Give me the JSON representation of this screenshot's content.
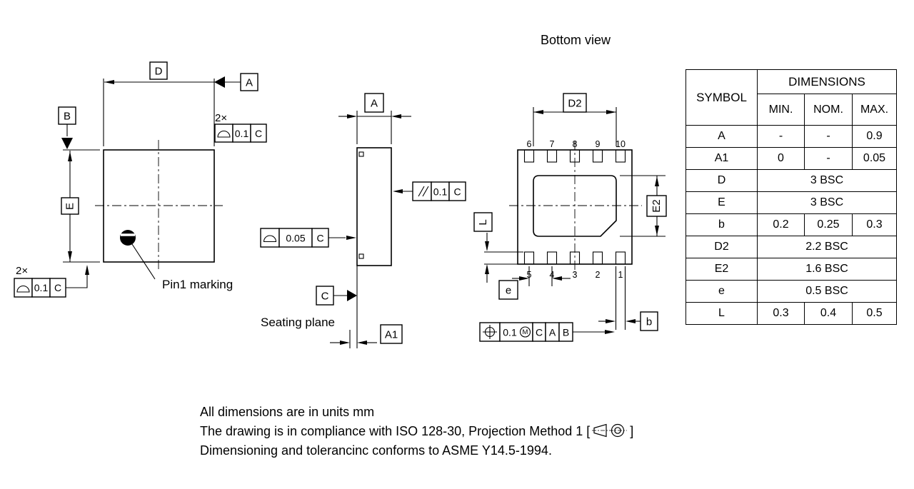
{
  "title": "Bottom view",
  "notes": {
    "line1": "All dimensions are in units mm",
    "line2_prefix": "The drawing is in compliance with ISO 128-30, Projection Method 1 [",
    "line2_suffix": "]",
    "line3": "Dimensioning and tolerancinc conforms to ASME Y14.5-1994."
  },
  "table": {
    "symbol_header": "SYMBOL",
    "dimensions_header": "DIMENSIONS",
    "min_header": "MIN.",
    "nom_header": "NOM.",
    "max_header": "MAX.",
    "rows": [
      {
        "symbol": "A",
        "min": "-",
        "nom": "-",
        "max": "0.9"
      },
      {
        "symbol": "A1",
        "min": "0",
        "nom": "-",
        "max": "0.05"
      },
      {
        "symbol": "D",
        "value": "3 BSC"
      },
      {
        "symbol": "E",
        "value": "3 BSC"
      },
      {
        "symbol": "b",
        "min": "0.2",
        "nom": "0.25",
        "max": "0.3"
      },
      {
        "symbol": "D2",
        "value": "2.2 BSC"
      },
      {
        "symbol": "E2",
        "value": "1.6 BSC"
      },
      {
        "symbol": "e",
        "value": "0.5 BSC"
      },
      {
        "symbol": "L",
        "min": "0.3",
        "nom": "0.4",
        "max": "0.5"
      }
    ]
  },
  "top_view": {
    "dim_d_label": "D",
    "datum_a_label": "A",
    "datum_b_label": "B",
    "dim_e_label": "E",
    "count_label_top": "2×",
    "fcf_top_tol": "0.1",
    "fcf_top_datum": "C",
    "count_label_bottom": "2×",
    "fcf_bottom_tol": "0.1",
    "fcf_bottom_datum": "C",
    "pin1_label": "Pin1 marking"
  },
  "side_view": {
    "dim_a_label": "A",
    "parallelism_tol": "0.1",
    "parallelism_datum": "C",
    "profile_tol": "0.05",
    "profile_datum": "C",
    "datum_c_label": "C",
    "seating_plane_label": "Seating plane",
    "dim_a1_label": "A1"
  },
  "bottom_view": {
    "dim_d2_label": "D2",
    "dim_e2_label": "E2",
    "dim_l_label": "L",
    "dim_e_label": "e",
    "dim_b_label": "b",
    "pins_top": [
      "6",
      "7",
      "8",
      "9",
      "10"
    ],
    "pins_bottom": [
      "5",
      "4",
      "3",
      "2",
      "1"
    ],
    "position_tol": "0.1",
    "position_modifier": "M",
    "position_datum1": "C",
    "position_datum2": "A",
    "position_datum3": "B"
  },
  "icons": {
    "profile_symbol": "profile-of-a-surface (half-disc)",
    "parallelism_symbol": "parallelism (double slash)",
    "position_symbol": "true-position (circle crosshair)",
    "mmc_symbol": "circled-M",
    "datum_flag": "filled-triangle",
    "projection_symbol": "first-angle-projection (cone + circles)"
  }
}
